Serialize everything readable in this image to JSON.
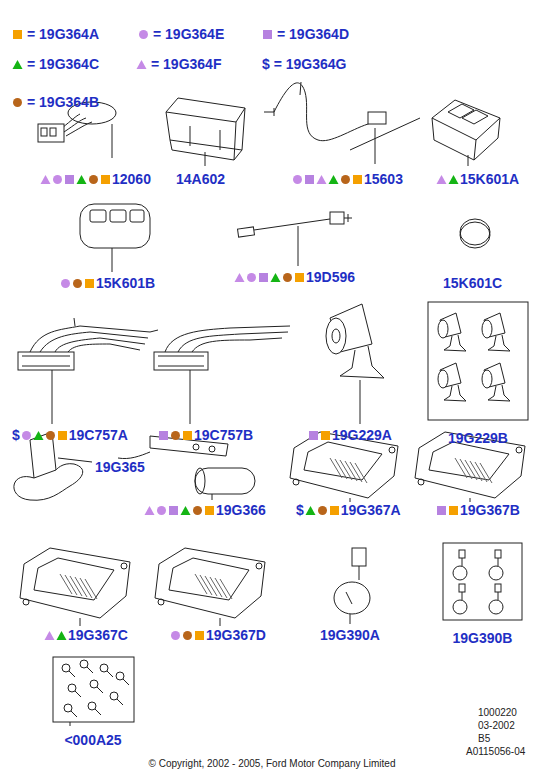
{
  "diagram": {
    "nodes": [
      {
        "text": [
          "19G229B"
        ]
      },
      {
        "text": [
          "19G390B"
        ]
      },
      {
        "text": [
          "<000A25"
        ]
      }
    ],
    "labels": [
      "12060",
      "14A602",
      "15603",
      "15K601A",
      "15K601B",
      "19D596",
      "15K601C",
      "$",
      "19C757A",
      "19C757B",
      "19G229A",
      "19G365",
      "19G366",
      "$",
      "19G367A",
      "19G367B",
      "19G367C",
      "19G367D",
      "19G390A",
      "1000220",
      "03-2002",
      "B5",
      "A0115056-04",
      "© Copyright, 2002 - 2005, Ford Motor Company Limited"
    ],
    "legend": [
      {
        "text": "= 19G364A",
        "color": "#f5a000"
      },
      {
        "text": "= 19G364E",
        "color": "#c58ae6"
      },
      {
        "text": "= 19G364D",
        "color": "#b682e0"
      },
      {
        "text": "= 19G364C",
        "color": "#14b414"
      },
      {
        "text": "= 19G364F",
        "color": "#c58ae6"
      },
      {
        "text": "$ = 19G364G"
      },
      {
        "text": "= 19G364B",
        "color": "#b8651a"
      }
    ]
  }
}
